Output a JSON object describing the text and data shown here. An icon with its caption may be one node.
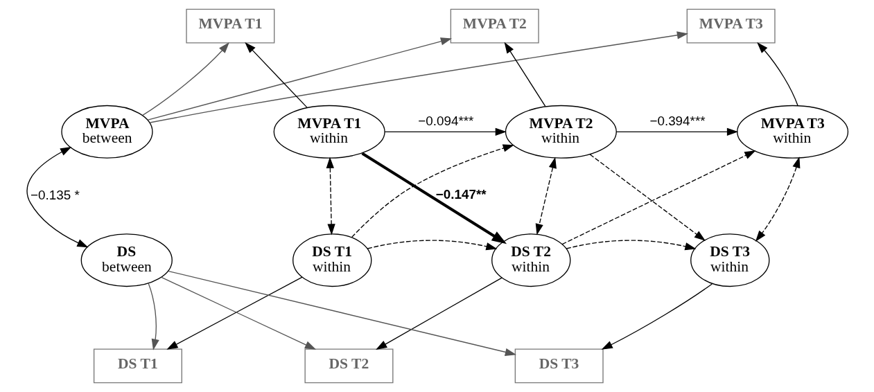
{
  "diagram": {
    "nodes": [
      {
        "text": [
          "MVPA T1"
        ]
      },
      {
        "text": [
          "MVPA T2"
        ]
      },
      {
        "text": [
          "MVPA T3"
        ]
      },
      {
        "text": [
          "MVPA",
          "between"
        ]
      },
      {
        "text": [
          "MVPA T1",
          "within"
        ]
      },
      {
        "text": [
          "MVPA T2",
          "within"
        ]
      },
      {
        "text": [
          "MVPA T3",
          "within"
        ]
      },
      {
        "text": [
          "DS T1",
          "within"
        ]
      },
      {
        "text": [
          "DS T2",
          "within"
        ]
      },
      {
        "text": [
          "DS T3",
          "within"
        ]
      },
      {
        "text": [
          "DS",
          "between"
        ]
      },
      {
        "text": [
          "DS T1"
        ]
      },
      {
        "text": [
          "DS T2"
        ]
      },
      {
        "text": [
          "DS T3"
        ]
      }
    ],
    "edges": [
      {
        "from": 3,
        "to": 0,
        "arrow": "to",
        "color": "#555555"
      },
      {
        "from": 3,
        "to": 1,
        "arrow": "to",
        "color": "#555555"
      },
      {
        "from": 3,
        "to": 2,
        "arrow": "to",
        "color": "#555555"
      },
      {
        "from": 4,
        "to": 0,
        "arrow": "to"
      },
      {
        "from": 5,
        "to": 1,
        "arrow": "to"
      },
      {
        "from": 6,
        "to": 2,
        "arrow": "to"
      },
      {
        "from": 3,
        "to": 10,
        "arrow": "both",
        "label": "−0.135 *"
      },
      {
        "from": 4,
        "to": 5,
        "arrow": "to",
        "label": "−0.094***"
      },
      {
        "from": 5,
        "to": 6,
        "arrow": "to",
        "label": "−0.394***"
      },
      {
        "from": 4,
        "to": 8,
        "arrow": "to",
        "label": "−0.147**",
        "style": "thick"
      },
      {
        "from": 4,
        "to": 7,
        "arrow": "both",
        "style": "dashed"
      },
      {
        "from": 5,
        "to": 8,
        "arrow": "both",
        "style": "dashed"
      },
      {
        "from": 6,
        "to": 9,
        "arrow": "both",
        "style": "dashed"
      },
      {
        "from": 7,
        "to": 5,
        "arrow": "to",
        "style": "dashed"
      },
      {
        "from": 7,
        "to": 8,
        "arrow": "to",
        "style": "dashed"
      },
      {
        "from": 5,
        "to": 9,
        "arrow": "to",
        "style": "dashed"
      },
      {
        "from": 8,
        "to": 6,
        "arrow": "to",
        "style": "dashed"
      },
      {
        "from": 8,
        "to": 9,
        "arrow": "to",
        "style": "dashed"
      },
      {
        "from": 7,
        "to": 11,
        "arrow": "to"
      },
      {
        "from": 8,
        "to": 12,
        "arrow": "to"
      },
      {
        "from": 9,
        "to": 13,
        "arrow": "to"
      },
      {
        "from": 10,
        "to": 11,
        "arrow": "to",
        "color": "#555555"
      },
      {
        "from": 10,
        "to": 12,
        "arrow": "to",
        "color": "#555555"
      },
      {
        "from": 10,
        "to": 13,
        "arrow": "to",
        "color": "#555555"
      }
    ]
  }
}
